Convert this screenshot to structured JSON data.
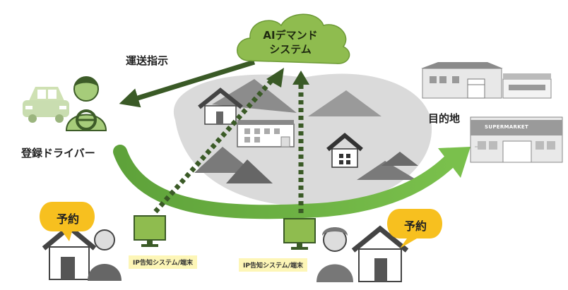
{
  "cloud": {
    "line1": "AIデマンド",
    "line2": "システム"
  },
  "labels": {
    "transport": "運送指示",
    "destination": "目的地",
    "driver": "登録ドライバー"
  },
  "bubbles": {
    "left": "予約",
    "right": "予約"
  },
  "terminals": {
    "left": "IP告知システム/端末",
    "right": "IP告知システム/端末"
  },
  "sign": {
    "store": "SUPERMARKET"
  },
  "colors": {
    "cloud": "#8fbc4f",
    "dark_arrow": "#3a5a26",
    "route_arrow": "#6fb445",
    "bubble": "#f7c01f",
    "terminal_label": "#fdf6b7"
  }
}
